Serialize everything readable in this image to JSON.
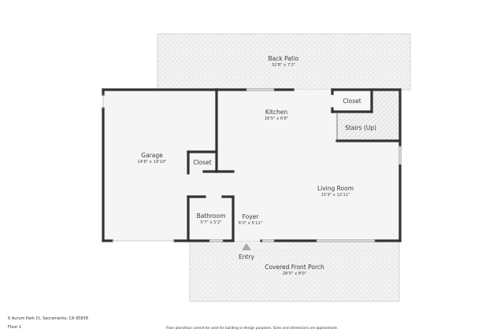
{
  "rooms": {
    "back_patio": {
      "name": "Back Patio",
      "dim": "32'8\" x 7'2\""
    },
    "kitchen": {
      "name": "Kitchen",
      "dim": "16'5\" x 6'8\""
    },
    "closet_upper": {
      "name": "Closet"
    },
    "stairs": {
      "name": "Stairs (Up)"
    },
    "garage": {
      "name": "Garage",
      "dim": "14'8\" x 19'10\""
    },
    "closet_lower": {
      "name": "Closet"
    },
    "living_room": {
      "name": "Living Room",
      "dim": "15'9\" x 12'11\""
    },
    "bathroom": {
      "name": "Bathroom",
      "dim": "5'7\" x 5'2\""
    },
    "foyer": {
      "name": "Foyer",
      "dim": "6'0\" x 5'11\""
    },
    "covered_front_porch": {
      "name": "Covered Front Porch",
      "dim": "28'0\" x 8'0\""
    }
  },
  "entry": {
    "label": "Entry",
    "icon": "entry-arrow-icon"
  },
  "footer": {
    "address": "6 Aurum Park Ct, Sacramento, CA 95838",
    "floor": "Floor 1",
    "disclaimer": "Floor plans/tour cannot be used for building or design purposes. Sizes and dimensions are approximate."
  },
  "colors": {
    "wall": "#333333",
    "floor": "#f5f5f5",
    "patio": "#f3f3f3",
    "window": "#cfcfcf"
  }
}
